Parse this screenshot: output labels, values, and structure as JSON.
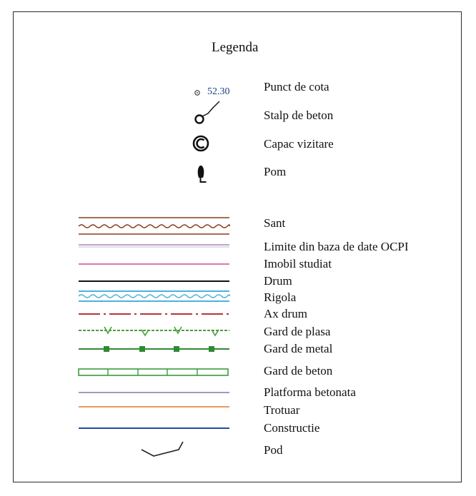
{
  "legend": {
    "title": "Legenda",
    "cote_value": "52.30",
    "point_symbols": [
      {
        "label": "Punct de cota",
        "icon": "elevation-point-icon"
      },
      {
        "label": "Stalp de beton",
        "icon": "concrete-pole-icon"
      },
      {
        "label": "Capac vizitare",
        "icon": "manhole-cover-icon"
      },
      {
        "label": "Pom",
        "icon": "tree-icon"
      }
    ],
    "line_symbols": [
      {
        "label": "Sant",
        "icon": "ditch-line-icon",
        "color": "#8b3a1f"
      },
      {
        "label": "Limite din baza de date OCPI",
        "icon": "ocpi-limit-line-icon",
        "color": "#c7a1c9"
      },
      {
        "label": "Imobil studiat",
        "icon": "studied-property-line-icon",
        "color": "#d44a97"
      },
      {
        "label": "Drum",
        "icon": "road-line-icon",
        "color": "#111111"
      },
      {
        "label": "Rigola",
        "icon": "gutter-line-icon",
        "color": "#4fb0de"
      },
      {
        "label": "Ax drum",
        "icon": "road-axis-line-icon",
        "color": "#b5343b"
      },
      {
        "label": "Gard de plasa",
        "icon": "mesh-fence-line-icon",
        "color": "#4a9e3b"
      },
      {
        "label": "Gard de metal",
        "icon": "metal-fence-line-icon",
        "color": "#2f8a33"
      },
      {
        "label": "Gard de beton",
        "icon": "concrete-fence-line-icon",
        "color": "#3c9a3c"
      },
      {
        "label": "Platforma betonata",
        "icon": "concrete-platform-line-icon",
        "color": "#7d7aa8"
      },
      {
        "label": "Trotuar",
        "icon": "sidewalk-line-icon",
        "color": "#e07a2c"
      },
      {
        "label": "Constructie",
        "icon": "building-line-icon",
        "color": "#1f4fa1"
      },
      {
        "label": "Pod",
        "icon": "bridge-icon",
        "color": "#222222"
      }
    ]
  }
}
